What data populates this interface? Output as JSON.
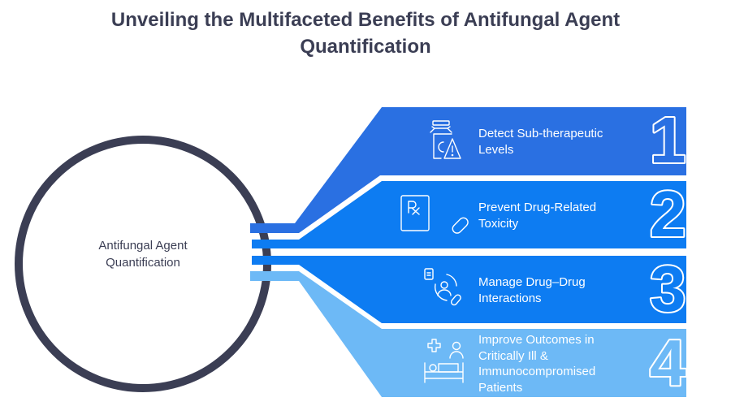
{
  "title": "Unveiling the Multifaceted Benefits of Antifungal Agent Quantification",
  "center": {
    "label_line1": "Antifungal Agent",
    "label_line2": "Quantification"
  },
  "items": [
    {
      "number": "1",
      "line1": "Detect Sub-therapeutic",
      "line2": "Levels",
      "icon": "bottle-warning-icon",
      "color": "#2a70e2"
    },
    {
      "number": "2",
      "line1": "Prevent Drug-Related",
      "line2": "Toxicity",
      "icon": "prescription-pill-icon",
      "color": "#0d7cf2"
    },
    {
      "number": "3",
      "line1": "Manage Drug–Drug",
      "line2": "Interactions",
      "icon": "patient-drug-cycle-icon",
      "color": "#0d7cf2"
    },
    {
      "number": "4",
      "line1": "Improve Outcomes in",
      "line2": "Critically Ill &",
      "line3": "Immunocompromised",
      "line4": "Patients",
      "icon": "hospital-patient-icon",
      "color": "#6db9f6"
    }
  ],
  "colors": {
    "title": "#3b3e54",
    "ring": "#3b3e54"
  }
}
